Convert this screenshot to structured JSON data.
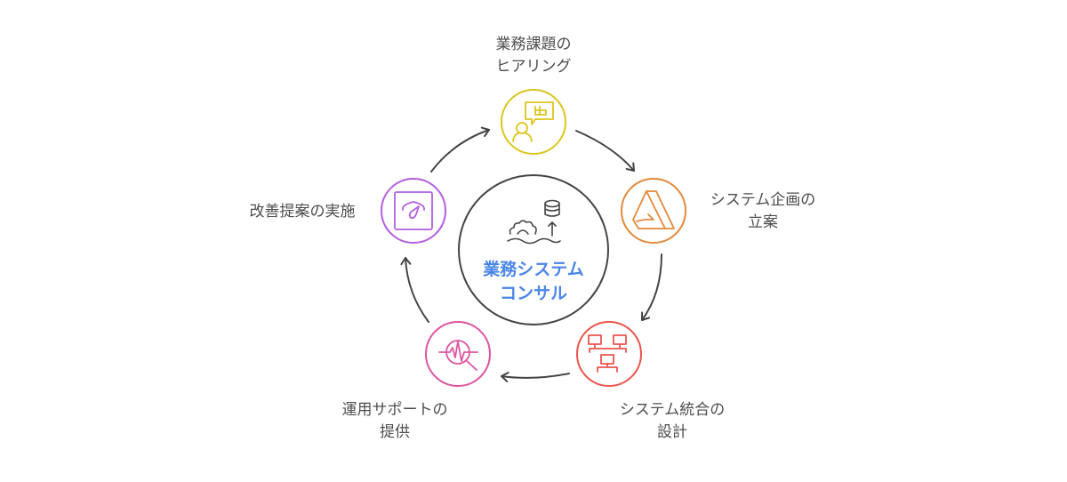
{
  "center": {
    "title_line1": "業務システム",
    "title_line2": "コンサル",
    "icon": "gear-database-icon",
    "color": "#4a86e8"
  },
  "steps": [
    {
      "line1": "業務課題の",
      "line2": "ヒアリング",
      "icon": "person-speech-icon",
      "color": "#dcc51c"
    },
    {
      "line1": "システム企画の",
      "line2": "立案",
      "icon": "letter-a-icon",
      "color": "#e28a3b"
    },
    {
      "line1": "システム統合の",
      "line2": "設計",
      "icon": "network-computers-icon",
      "color": "#e9554d"
    },
    {
      "line1": "運用サポートの",
      "line2": "提供",
      "icon": "waveform-magnifier-icon",
      "color": "#dc56a0"
    },
    {
      "line1": "改善提案の実施",
      "line2": "",
      "icon": "scale-gauge-icon",
      "color": "#b35fe2"
    }
  ]
}
